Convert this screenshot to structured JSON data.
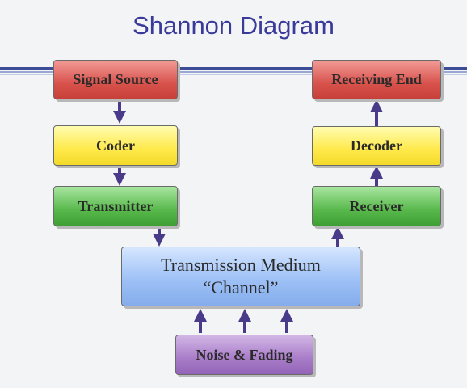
{
  "diagram": {
    "title": "Shannon Diagram",
    "nodes": {
      "signal_source": "Signal Source",
      "coder": "Coder",
      "transmitter": "Transmitter",
      "medium_line1": "Transmission Medium",
      "medium_line2": "“Channel”",
      "noise": "Noise & Fading",
      "receiver": "Receiver",
      "decoder": "Decoder",
      "receiving_end": "Receiving End"
    },
    "colors": {
      "title": "#3a3a9a",
      "arrow": "#4a3a8a",
      "rule": "#3c4c96",
      "source_sink": "#d8524c",
      "coder_decoder": "#ffe94a",
      "transmitter_receiver": "#58b84c",
      "medium": "#9ec1f6",
      "noise": "#a87cc8"
    }
  }
}
